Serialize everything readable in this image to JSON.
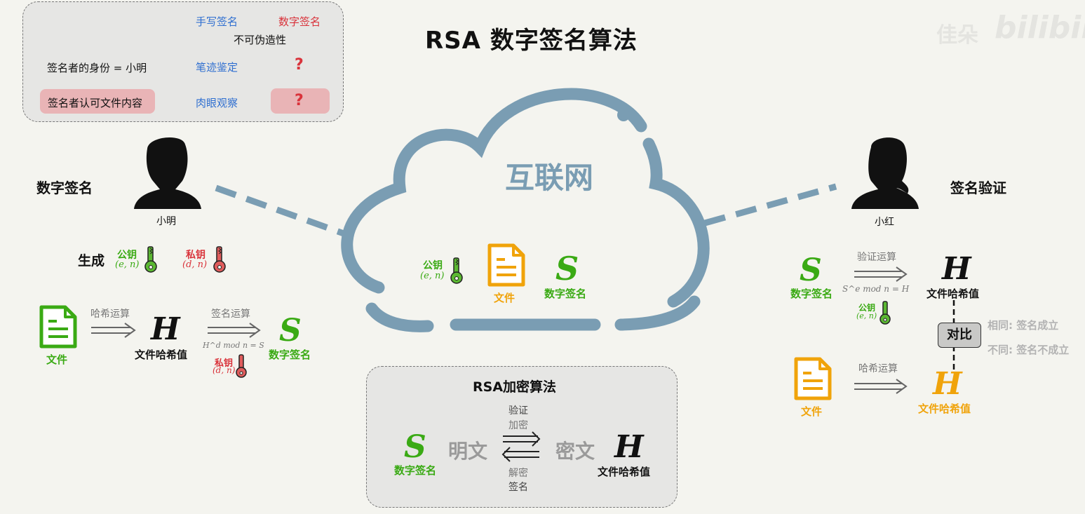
{
  "title": "RSA 数字签名算法",
  "watermark": {
    "name": "佳朵",
    "brand": "bilibili"
  },
  "compare_box": {
    "col_handwritten": "手写签名",
    "col_digital": "数字签名",
    "feature_unforgeable": "不可伪造性",
    "row1_label": "签名者的身份 = 小明",
    "row1_handwritten": "笔迹鉴定",
    "row1_digital": "?",
    "row2_label": "签名者认可文件内容",
    "row2_handwritten": "肉眼观察",
    "row2_digital": "?"
  },
  "cloud": {
    "label": "互联网",
    "pubkey_label": "公钥",
    "pubkey_math": "(e, n)",
    "file_label": "文件",
    "sig_symbol": "S",
    "sig_label": "数字签名"
  },
  "left": {
    "section_title": "数字签名",
    "person_name": "小明",
    "generate_label": "生成",
    "pubkey_label": "公钥",
    "pubkey_math": "(e, n)",
    "privkey_label": "私钥",
    "privkey_math": "(d, n)",
    "file_label": "文件",
    "hash_op": "哈希运算",
    "hash_symbol": "H",
    "hash_label": "文件哈希值",
    "sign_op": "签名运算",
    "sign_formula": "H^d mod n = S",
    "sign_privkey_label": "私钥",
    "sign_privkey_math": "(d, n)",
    "sig_symbol": "S",
    "sig_label": "数字签名"
  },
  "right": {
    "section_title": "签名验证",
    "person_name": "小红",
    "sig_symbol": "S",
    "sig_label": "数字签名",
    "verify_op": "验证运算",
    "verify_formula": "S^e mod n = H",
    "pubkey_label": "公钥",
    "pubkey_math": "(e, n)",
    "hash_symbol": "H",
    "hash_label": "文件哈希值",
    "compare_label": "对比",
    "same_text": "相同: 签名成立",
    "diff_text": "不同: 签名不成立",
    "file_label": "文件",
    "hash_op": "哈希运算",
    "hash2_symbol": "H",
    "hash2_label": "文件哈希值"
  },
  "rsa_box": {
    "title": "RSA加密算法",
    "sig_symbol": "S",
    "sig_label": "数字签名",
    "plaintext": "明文",
    "ciphertext": "密文",
    "top_label1": "验证",
    "top_label2": "加密",
    "bottom_label1": "解密",
    "bottom_label2": "签名",
    "hash_symbol": "H",
    "hash_label": "文件哈希值"
  },
  "colors": {
    "green": "#3aaa14",
    "red": "#d9333b",
    "orange": "#f0a30a",
    "blue": "#2f6fd0",
    "cloud": "#7a9db3"
  }
}
